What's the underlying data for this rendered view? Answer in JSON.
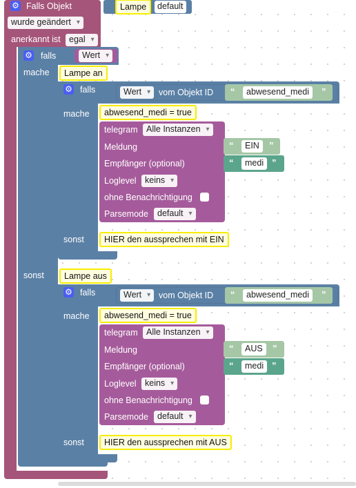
{
  "trigger": {
    "title": "Falls Objekt",
    "object_label": "Lampe",
    "object_value": "default",
    "changed_option": "wurde geändert",
    "ack_label": "anerkannt ist",
    "ack_option": "egal"
  },
  "outer_if": {
    "falls_label": "falls",
    "value_option": "Wert",
    "mache_label": "mache",
    "sonst_label": "sonst"
  },
  "branches": [
    {
      "comment": "Lampe an",
      "if_label": "falls",
      "value_option": "Wert",
      "object_label": "vom Objekt ID",
      "object_id": "abwesend_medi",
      "mache_label": "mache",
      "condition": "abwesend_medi = true",
      "telegram_label": "telegram",
      "instance_option": "Alle Instanzen",
      "message_label": "Meldung",
      "message_value": "EIN",
      "recipient_label": "Empfänger (optional)",
      "recipient_value": "medi",
      "loglevel_label": "Loglevel",
      "loglevel_option": "keins",
      "silent_label": "ohne Benachrichtigung",
      "parsemode_label": "Parsemode",
      "parsemode_option": "default",
      "sonst_label": "sonst",
      "else_comment": "HIER den aussprechen mit EIN"
    },
    {
      "comment": "Lampe aus",
      "if_label": "falls",
      "value_option": "Wert",
      "object_label": "vom Objekt ID",
      "object_id": "abwesend_medi",
      "mache_label": "mache",
      "condition": "abwesend_medi = true",
      "telegram_label": "telegram",
      "instance_option": "Alle Instanzen",
      "message_label": "Meldung",
      "message_value": "AUS",
      "recipient_label": "Empfänger (optional)",
      "recipient_value": "medi",
      "loglevel_label": "Loglevel",
      "loglevel_option": "keins",
      "silent_label": "ohne Benachrichtigung",
      "parsemode_label": "Parsemode",
      "parsemode_option": "default",
      "sonst_label": "sonst",
      "else_comment": "HIER den aussprechen mit AUS"
    }
  ],
  "icons": {
    "gear": "gear-icon",
    "quote_open": "“",
    "quote_close": "”"
  },
  "colors": {
    "event_block": "#a5557a",
    "logic_block": "#5b80a5",
    "telegram_block": "#a55b9b",
    "string_block": "#a5c7a6",
    "comment_border": "#f7ed00",
    "gear_badge": "#4a5ef2"
  }
}
